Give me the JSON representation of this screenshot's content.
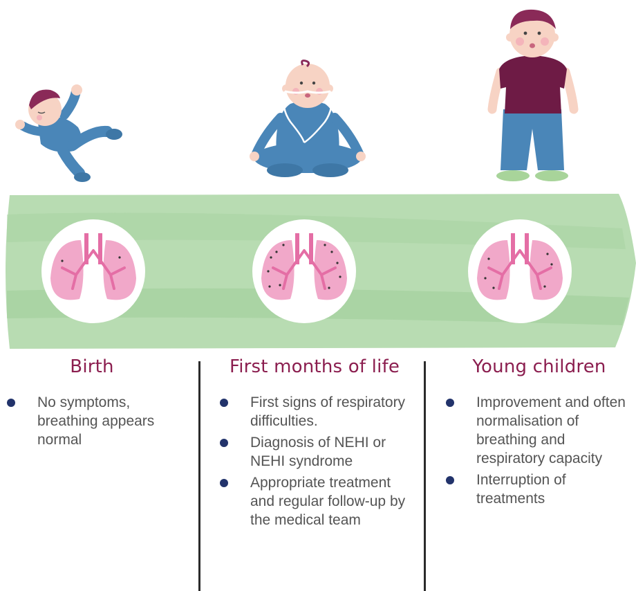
{
  "colors": {
    "band": "#b8dcb2",
    "band_shade": "#9fcd99",
    "stage_title": "#8b1e4f",
    "bullet": "#22336b",
    "text": "#545454",
    "lung": "#f1a8c9",
    "bronchi": "#e46ea5",
    "clothes_blue": "#4a86b8",
    "shirt": "#6e1b45",
    "skin": "#f7d3c4"
  },
  "stages": [
    {
      "title": "Birth",
      "bullets": [
        "No symptoms, breathing appears normal"
      ]
    },
    {
      "title": "First months of life",
      "bullets": [
        "First signs of respiratory difficulties.",
        "Diagnosis of NEHI or NEHI syndrome",
        "Appropriate treatment and regular follow-up by the medical team"
      ]
    },
    {
      "title": "Young children",
      "bullets": [
        "Improvement and often normalisation of breathing and respiratory capacity",
        "Interruption of treatments"
      ]
    }
  ],
  "icons": [
    "sleeping-baby-illustration",
    "sitting-baby-with-oxygen-illustration",
    "standing-child-illustration",
    "lungs-icon"
  ]
}
